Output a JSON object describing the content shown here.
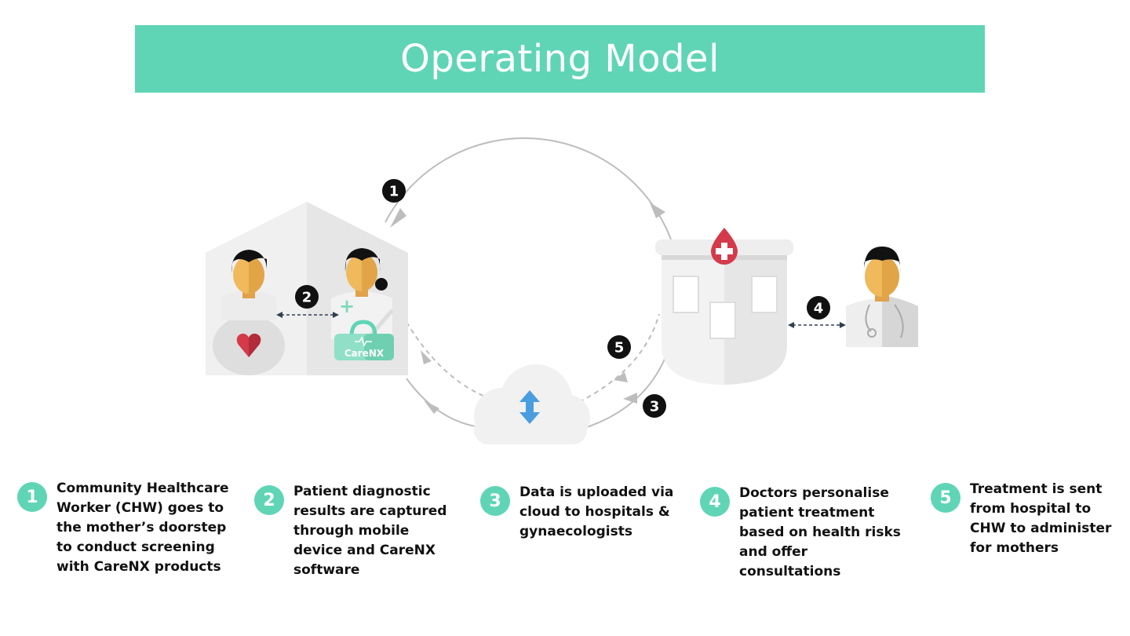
{
  "header": {
    "title": "Operating Model"
  },
  "colors": {
    "accent": "#5fd5b6",
    "badge": "#111111",
    "heart": "#d43a4a",
    "arrow_grey": "#bbbbbb",
    "cloud_arrow": "#4a9ee0"
  },
  "diagram": {
    "badges": [
      "1",
      "2",
      "3",
      "4",
      "5"
    ],
    "device_label": "CareNX"
  },
  "steps": [
    {
      "number": "1",
      "text": "Community Healthcare\nWorker (CHW) goes to\nthe mother’s doorstep\nto conduct screening\nwith CareNX products"
    },
    {
      "number": "2",
      "text": "Patient diagnostic\nresults are captured\nthrough mobile\ndevice and CareNX\nsoftware"
    },
    {
      "number": "3",
      "text": "Data is uploaded via\ncloud to hospitals &\ngynaecologists"
    },
    {
      "number": "4",
      "text": "Doctors personalise\npatient treatment\nbased on health risks\nand offer\nconsultations"
    },
    {
      "number": "5",
      "text": "Treatment is sent\nfrom hospital to\nCHW to administer\nfor mothers"
    }
  ]
}
